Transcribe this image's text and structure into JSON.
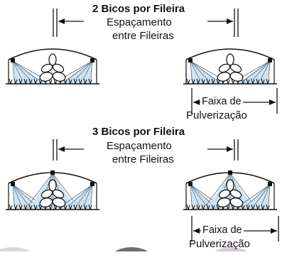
{
  "diagram_top": {
    "title": "2 Bicos por Fileira",
    "row_spacing_label_line1": "Espaçamento",
    "row_spacing_label_line2": "entre Fileiras",
    "spray_band_label_line1": "Faixa de",
    "spray_band_label_line2": "Pulverização",
    "nozzles_per_row": 2
  },
  "diagram_bottom": {
    "title": "3 Bicos por Fileira",
    "row_spacing_label_line1": "Espaçamento",
    "row_spacing_label_line2": "entre Fileiras",
    "spray_band_label_line1": "Faixa de",
    "spray_band_label_line2": "Pulverização",
    "nozzles_per_row": 3
  },
  "colors": {
    "line": "#111111",
    "spray_fill": "#cfe3f1",
    "spray_line": "#5a6f80"
  }
}
